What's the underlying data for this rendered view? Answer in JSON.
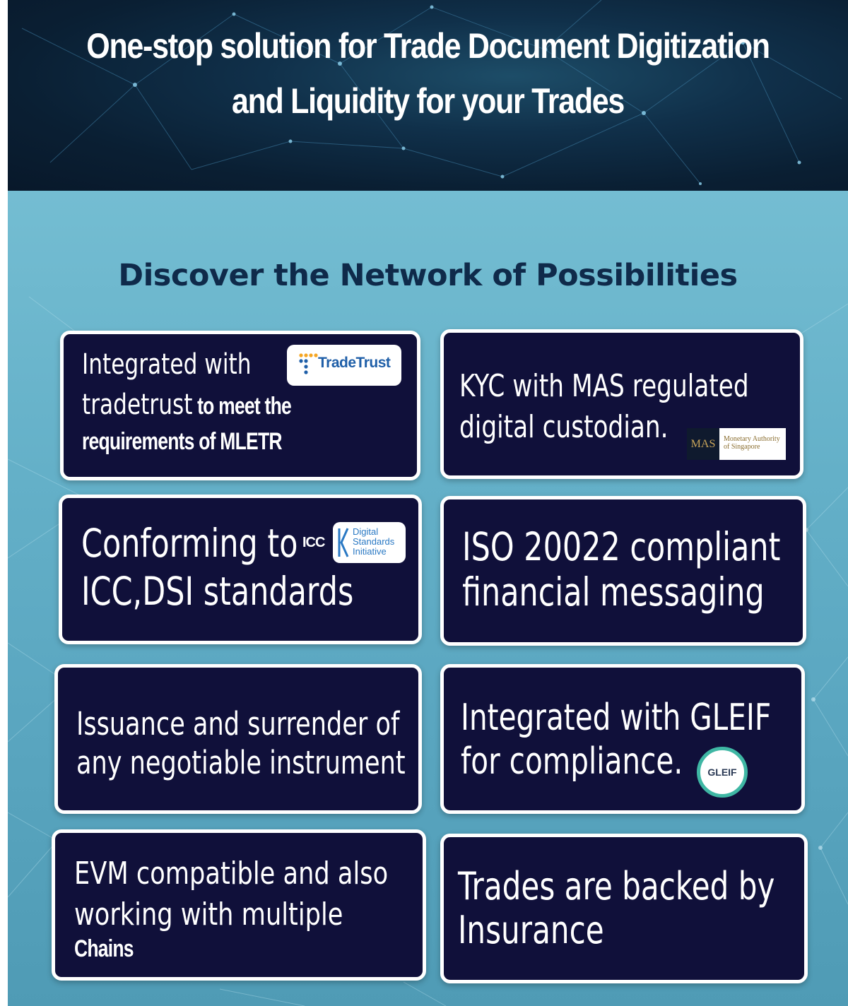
{
  "header": {
    "title_line1": "One-stop solution for Trade Document Digitization",
    "title_line2": "and Liquidity for your Trades"
  },
  "section": {
    "title": "Discover the Network of Possibilities"
  },
  "cards": [
    {
      "line1": "Integrated with",
      "line2a": "tradetrust",
      "line2b": " to meet the",
      "line3": "requirements of MLETR",
      "logo": {
        "name": "TradeTrust",
        "icon": "tradetrust-logo"
      }
    },
    {
      "line1": "KYC with MAS regulated",
      "line2": "digital custodian.",
      "logo": {
        "mark": "MAS",
        "name_line1": "Monetary Authority",
        "name_line2": "of Singapore",
        "icon": "mas-logo"
      }
    },
    {
      "line1": "Conforming to",
      "line2": "ICC,DSI standards",
      "logo": {
        "icc": "ICC",
        "dsi_line1": "Digital",
        "dsi_line2": "Standards",
        "dsi_line3": "Initiative",
        "icon": "icc-dsi-logo"
      }
    },
    {
      "line1": "ISO 20022 compliant",
      "line2": "financial messaging"
    },
    {
      "line1": "Issuance and surrender of",
      "line2": "any negotiable instrument"
    },
    {
      "line1": "Integrated with GLEIF",
      "line2": "for compliance.",
      "logo": {
        "name": "GLEIF",
        "icon": "gleif-logo"
      }
    },
    {
      "line1": "EVM compatible and also",
      "line2": "working with multiple",
      "line3": "Chains"
    },
    {
      "line1": "Trades are backed by",
      "line2": "Insurance"
    }
  ],
  "colors": {
    "header_bg": "#0a1f33",
    "panel_bg": "#64b0c8",
    "card_bg": "#10103a",
    "title_dark": "#0f2a4a",
    "tradetrust_blue": "#1f5fa8",
    "tradetrust_orange": "#f5a623",
    "mas_gold": "#c9a55a",
    "gleif_teal": "#3fb7a4"
  }
}
